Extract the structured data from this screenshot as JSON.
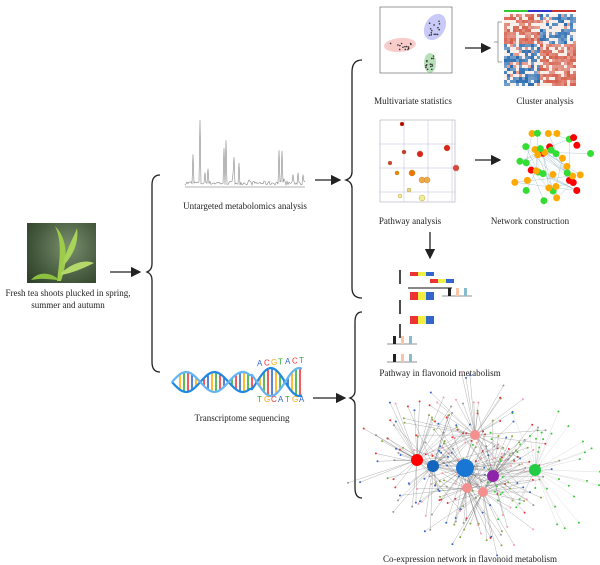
{
  "captions": {
    "tea": [
      "Fresh tea shoots plucked in spring,",
      "summer and autumn"
    ],
    "metabolomics": "Untargeted metabolomics analysis",
    "multivariate": "Multivariate statistics",
    "cluster": "Cluster analysis",
    "pathway": "Pathway analysis",
    "network": "Network construction",
    "flavonoid_pathway": "Pathway in flavonoid metabolism",
    "transcriptome": "Transcriptome sequencing",
    "coexpression": "Co-expression network in flavonoid metabolism"
  },
  "dna": {
    "top_sequence": "ACGTACT",
    "bottom_sequence": "TGCATGA"
  },
  "colors": {
    "arrow": "#222222",
    "pca_groups": [
      "#f08080",
      "#7b7bef",
      "#4caf50"
    ],
    "heat_high": "#d6604d",
    "heat_low": "#2166ac",
    "network_hubs": [
      "#ff0000",
      "#1565c0",
      "#1976d2",
      "#f48f8f",
      "#8e24aa",
      "#22cc44"
    ]
  }
}
